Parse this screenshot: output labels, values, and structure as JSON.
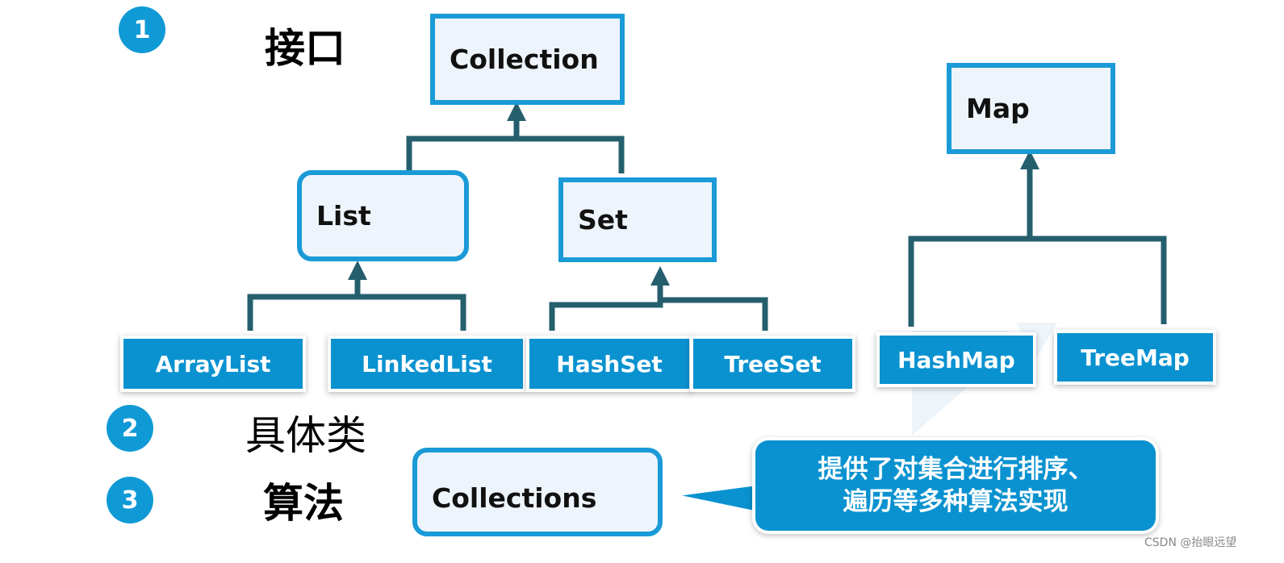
{
  "sections": [
    {
      "num": "1",
      "label": "接口"
    },
    {
      "num": "2",
      "label": "具体类"
    },
    {
      "num": "3",
      "label": "算法"
    }
  ],
  "interfaces": {
    "collection": "Collection",
    "list": "List",
    "set": "Set",
    "map": "Map"
  },
  "classes": {
    "arraylist": "ArrayList",
    "linkedlist": "LinkedList",
    "hashset": "HashSet",
    "treeset": "TreeSet",
    "hashmap": "HashMap",
    "treemap": "TreeMap"
  },
  "algorithm": {
    "box": "Collections",
    "callout_line1": "提供了对集合进行排序、",
    "callout_line2": "遍历等多种算法实现"
  },
  "credit": "CSDN @抬眼远望",
  "colors": {
    "accent": "#0f9ad6",
    "border": "#1a9ad6",
    "box_fill": "#eef4fc",
    "connector": "#255f6e"
  }
}
